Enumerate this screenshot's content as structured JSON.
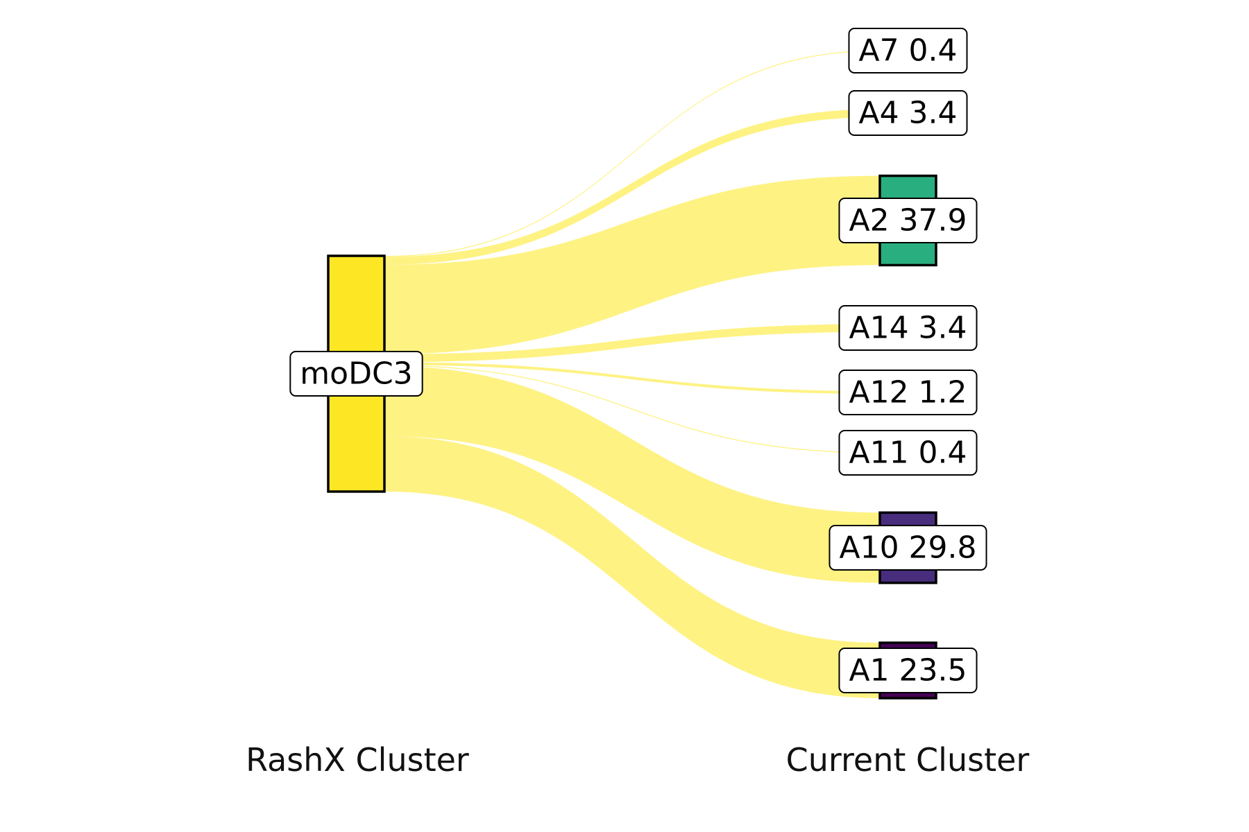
{
  "axis_labels": {
    "left": "RashX Cluster",
    "right": "Current Cluster"
  },
  "chart_data": {
    "type": "sankey",
    "source": {
      "name": "moDC3",
      "color": "#fde725"
    },
    "link_color": "#fef283",
    "targets": [
      {
        "id": "A7",
        "label": "A7 0.4",
        "value": 0.4,
        "color": "#fde725"
      },
      {
        "id": "A4",
        "label": "A4 3.4",
        "value": 3.4,
        "color": "#fde725"
      },
      {
        "id": "A2",
        "label": "A2 37.9",
        "value": 37.9,
        "color": "#29af7f"
      },
      {
        "id": "A14",
        "label": "A14 3.4",
        "value": 3.4,
        "color": "#fde725"
      },
      {
        "id": "A12",
        "label": "A12 1.2",
        "value": 1.2,
        "color": "#fde725"
      },
      {
        "id": "A11",
        "label": "A11 0.4",
        "value": 0.4,
        "color": "#fde725"
      },
      {
        "id": "A10",
        "label": "A10 29.8",
        "value": 29.8,
        "color": "#472d7b"
      },
      {
        "id": "A1",
        "label": "A1 23.5",
        "value": 23.5,
        "color": "#440154"
      }
    ]
  }
}
